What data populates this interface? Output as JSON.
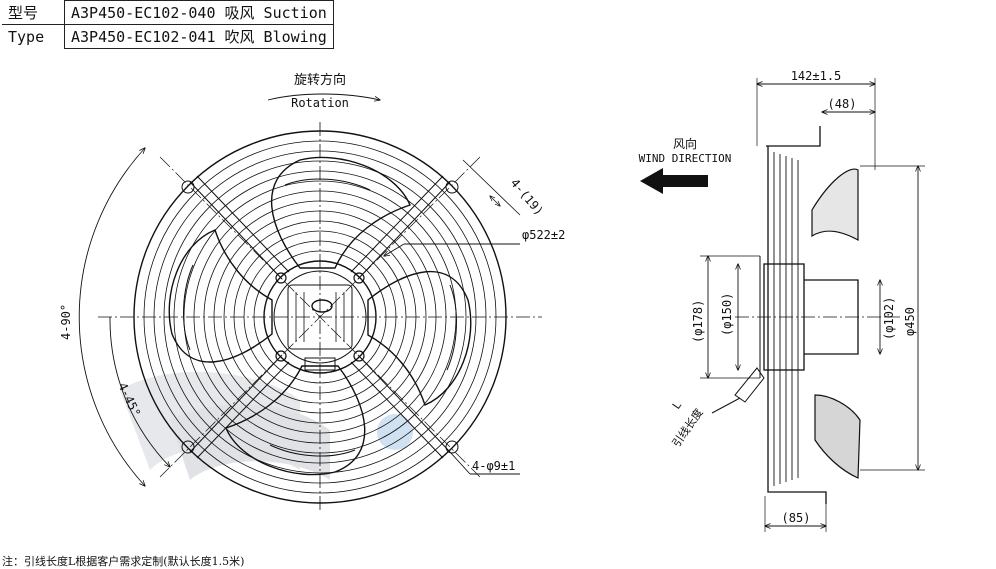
{
  "table": {
    "rows": [
      {
        "label": "型号",
        "value": "A3P450-EC102-040 吸风 Suction"
      },
      {
        "label": "Type",
        "value": "A3P450-EC102-041 吹风 Blowing"
      }
    ]
  },
  "front_view": {
    "rotation_cn": "旋转方向",
    "rotation_en": "Rotation",
    "mount_angle_90": "4-90°",
    "mount_angle_45": "4-45°",
    "slot_width": "4-(19)",
    "outer_diameter": "φ522±2",
    "hole_spec": "4-φ9±1"
  },
  "side_view": {
    "wind_cn": "风向",
    "wind_en": "WIND DIRECTION",
    "depth_total": "142±1.5",
    "depth_top": "(48)",
    "depth_bottom": "(85)",
    "dia_178": "(φ178)",
    "dia_150": "(φ150)",
    "dia_102": "(φ102)",
    "dia_450": "φ450",
    "lead_l": "L",
    "lead_cn": "引线长度"
  },
  "note": "注：引线长度L根据客户需求定制(默认长度1.5米)",
  "colors": {
    "line": "#111111",
    "watermark": "#c8ccd0",
    "accent_watermark": "#a9c8e6"
  }
}
